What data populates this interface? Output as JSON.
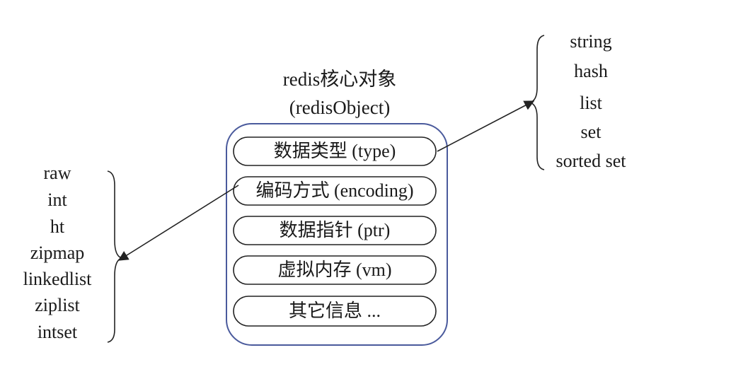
{
  "object": {
    "title_line1": "redis核心对象",
    "title_line2": "(redisObject)",
    "fields": [
      "数据类型 (type)",
      "编码方式 (encoding)",
      "数据指针 (ptr)",
      "虚拟内存 (vm)",
      "其它信息 ..."
    ]
  },
  "encodings": [
    "raw",
    "int",
    "ht",
    "zipmap",
    "linkedlist",
    "ziplist",
    "intset"
  ],
  "types": [
    "string",
    "hash",
    "list",
    "set",
    "sorted set"
  ],
  "colors": {
    "container_border": "#4a5a9c",
    "pill_border": "#222222",
    "arrow": "#222222",
    "text": "#1a1a1a"
  }
}
